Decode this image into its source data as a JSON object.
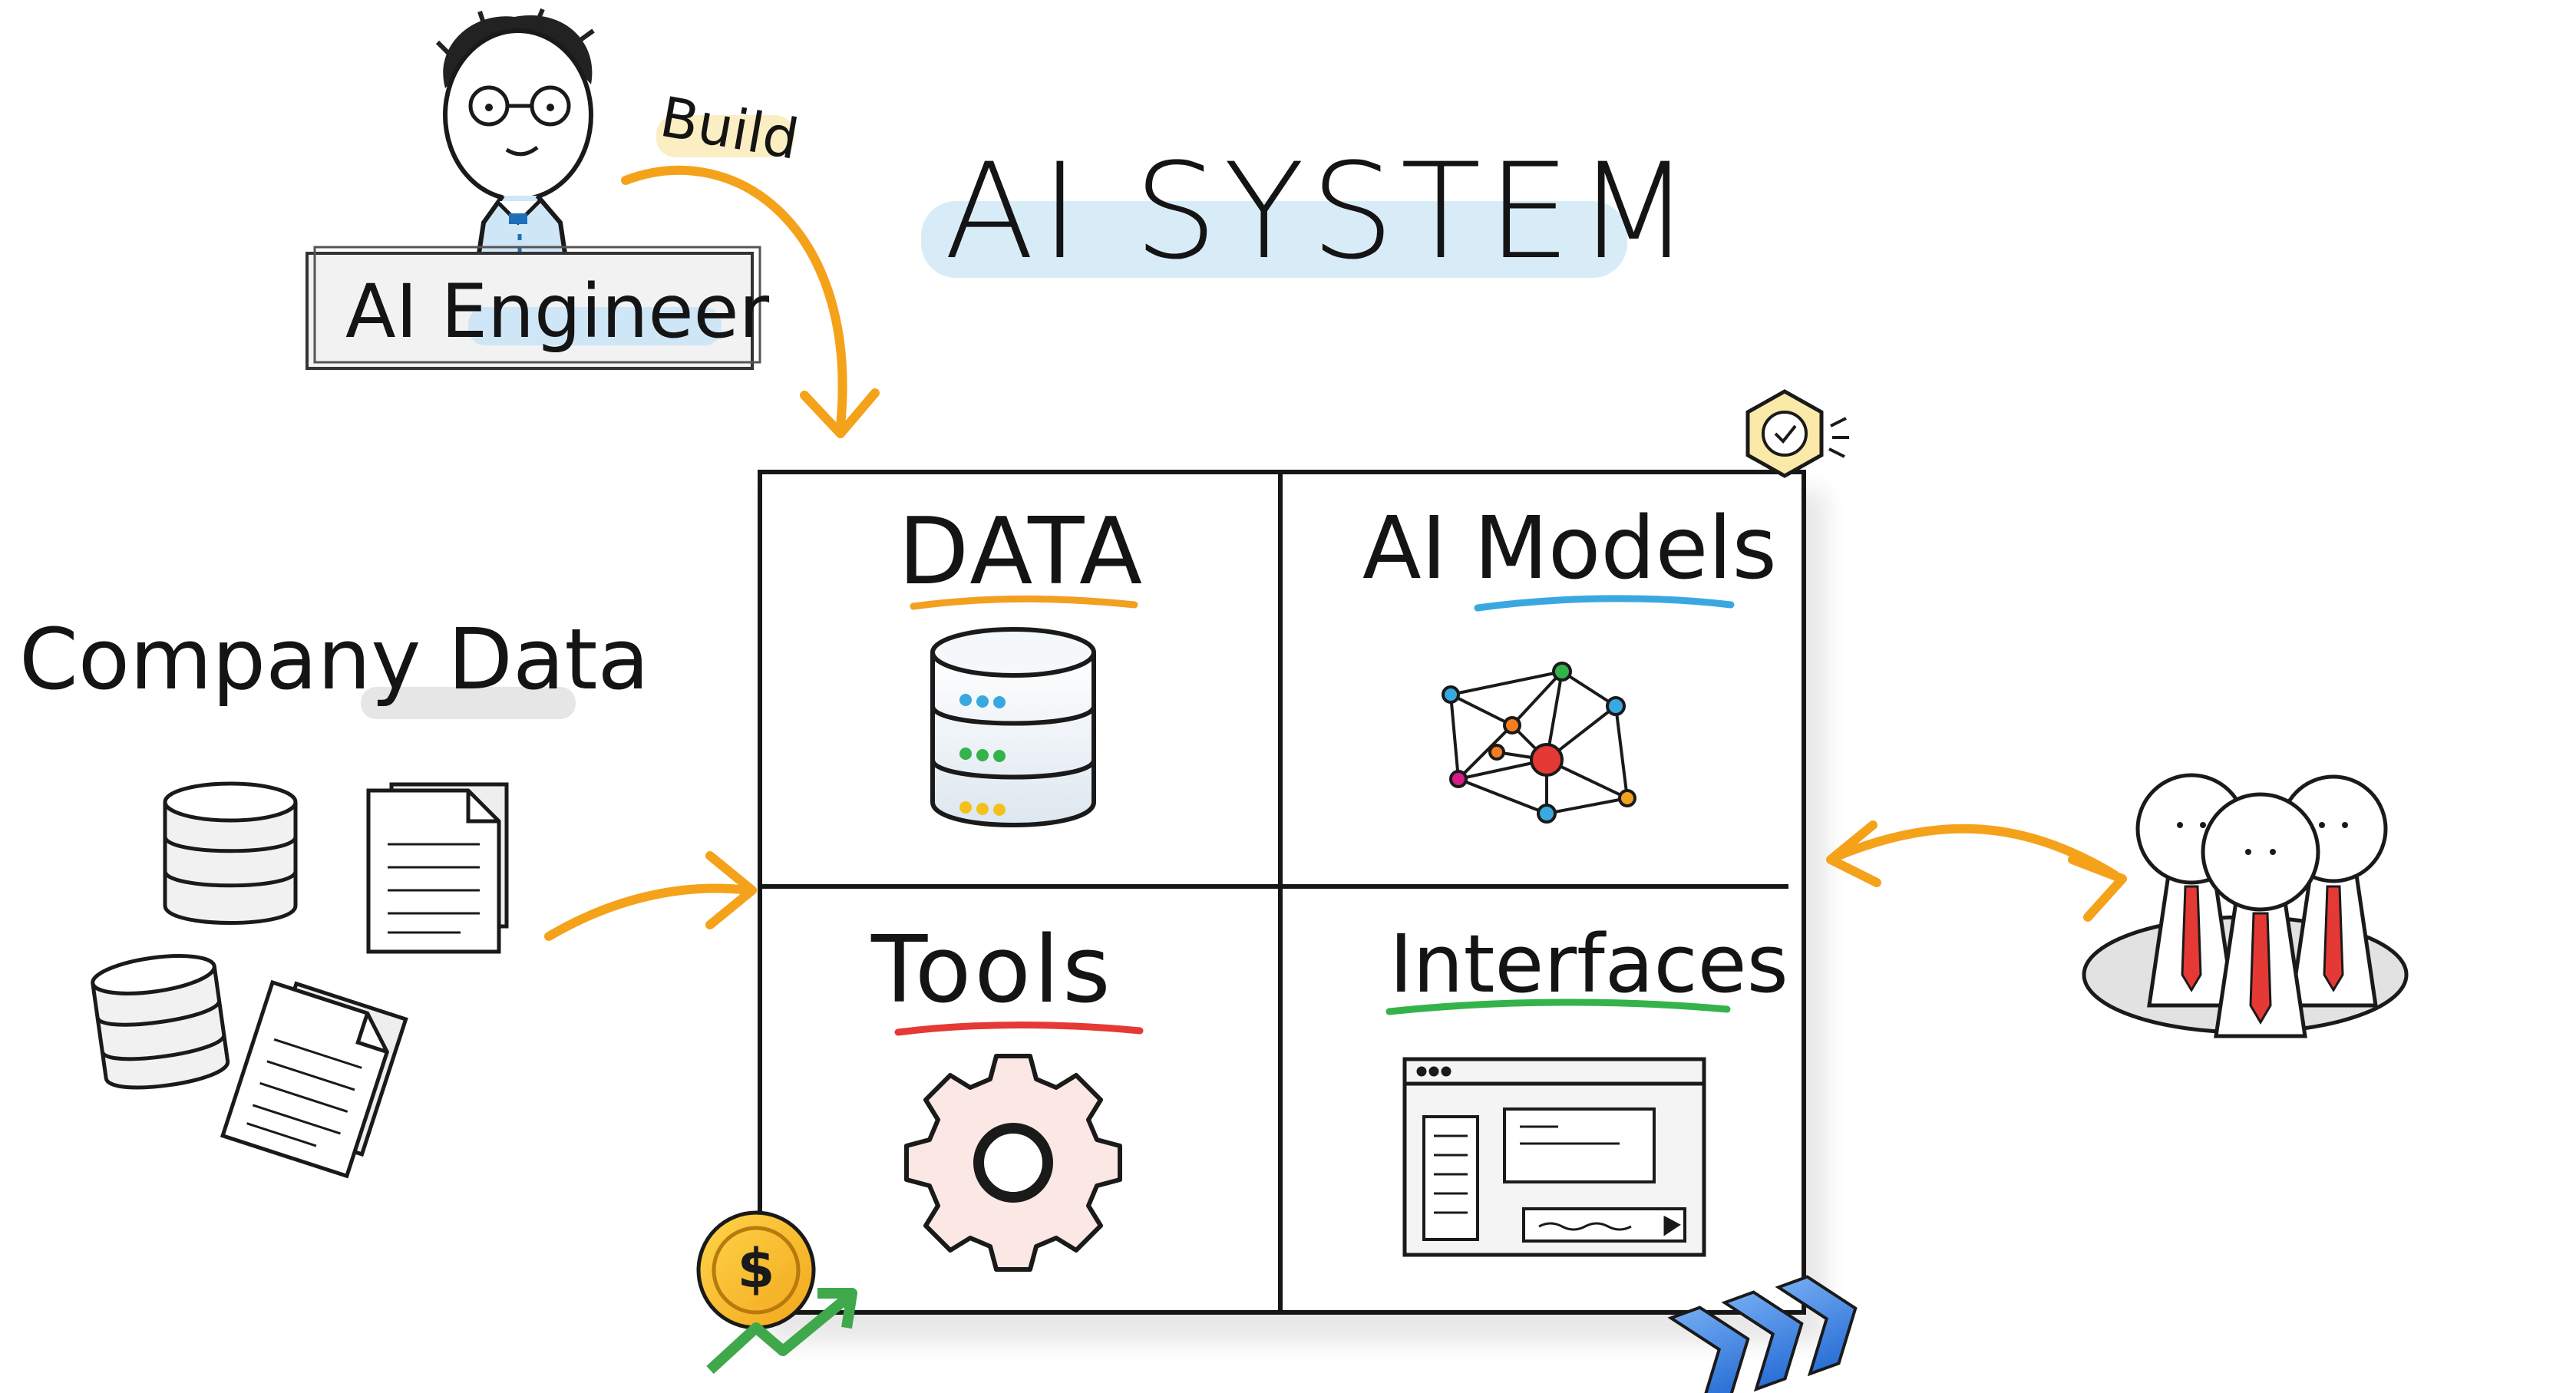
{
  "title": "AI SYSTEM",
  "engineer": {
    "label": "AI Engineer",
    "action": "Build"
  },
  "source": {
    "label": "Company Data"
  },
  "quadrants": [
    {
      "id": "data",
      "label": "DATA",
      "underline_color": "#f2a020",
      "icon": "database-icon"
    },
    {
      "id": "models",
      "label": "AI Models",
      "underline_color": "#3aa8e0",
      "icon": "neural-network-icon"
    },
    {
      "id": "tools",
      "label": "Tools",
      "underline_color": "#e53935",
      "icon": "gear-icon"
    },
    {
      "id": "interfaces",
      "label": "Interfaces",
      "underline_color": "#34b34a",
      "icon": "app-window-icon"
    }
  ],
  "decorations": [
    "security-shield-icon",
    "dollar-growth-icon",
    "fast-forward-icon"
  ],
  "users": {
    "icon": "users-group-icon",
    "count": 3
  },
  "colors": {
    "arrow": "#f5a21b",
    "highlight_blue": "#d8ecf8",
    "highlight_yellow": "#fbeec2",
    "ink": "#141414",
    "tie": "#e53935"
  }
}
